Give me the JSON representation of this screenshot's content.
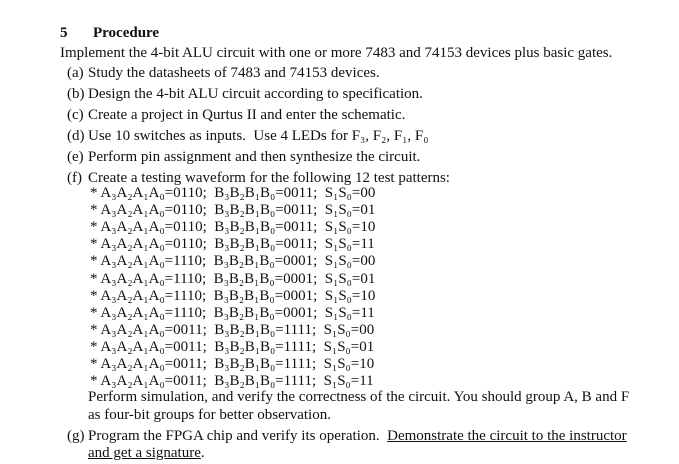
{
  "section": {
    "number": "5",
    "title": "Procedure"
  },
  "intro": "Implement the 4-bit ALU circuit with one or more 7483 and 74153 devices plus basic gates.",
  "steps": [
    {
      "label": "(a)",
      "text": "Study the datasheets of 7483 and 74153 devices."
    },
    {
      "label": "(b)",
      "text": "Design the 4-bit ALU circuit according to specification."
    },
    {
      "label": "(c)",
      "text": "Create a project in Qurtus II and enter the schematic."
    },
    {
      "label": "(d)",
      "text": "Use 10 switches as inputs.  Use 4 LEDs for F₃, F₂, F₁, F₀"
    },
    {
      "label": "(e)",
      "text": "Perform pin assignment and then synthesize the circuit."
    },
    {
      "label": "(f)",
      "text": "Create a testing waveform for the following 12 test patterns:"
    }
  ],
  "patterns": [
    "* A₃A₂A₁A₀=0110;  B₃B₂B₁B₀=0011;  S₁S₀=00",
    "* A₃A₂A₁A₀=0110;  B₃B₂B₁B₀=0011;  S₁S₀=01",
    "* A₃A₂A₁A₀=0110;  B₃B₂B₁B₀=0011;  S₁S₀=10",
    "* A₃A₂A₁A₀=0110;  B₃B₂B₁B₀=0011;  S₁S₀=11",
    "* A₃A₂A₁A₀=1110;  B₃B₂B₁B₀=0001;  S₁S₀=00",
    "* A₃A₂A₁A₀=1110;  B₃B₂B₁B₀=0001;  S₁S₀=01",
    "* A₃A₂A₁A₀=1110;  B₃B₂B₁B₀=0001;  S₁S₀=10",
    "* A₃A₂A₁A₀=1110;  B₃B₂B₁B₀=0001;  S₁S₀=11",
    "* A₃A₂A₁A₀=0011;  B₃B₂B₁B₀=1111;  S₁S₀=00",
    "* A₃A₂A₁A₀=0011;  B₃B₂B₁B₀=1111;  S₁S₀=01",
    "* A₃A₂A₁A₀=0011;  B₃B₂B₁B₀=1111;  S₁S₀=10",
    "* A₃A₂A₁A₀=0011;  B₃B₂B₁B₀=1111;  S₁S₀=11"
  ],
  "simulation": {
    "line1": "Perform simulation, and verify the correctness of the circuit.  You should group A, B and F",
    "line2": "as four-bit groups for better observation."
  },
  "step_g": {
    "label": "(g)",
    "text": "Program the FPGA chip and verify its operation.  ",
    "underlined1": "Demonstrate the circuit to the instructor",
    "underlined2": "and get a signature",
    "end": "."
  }
}
